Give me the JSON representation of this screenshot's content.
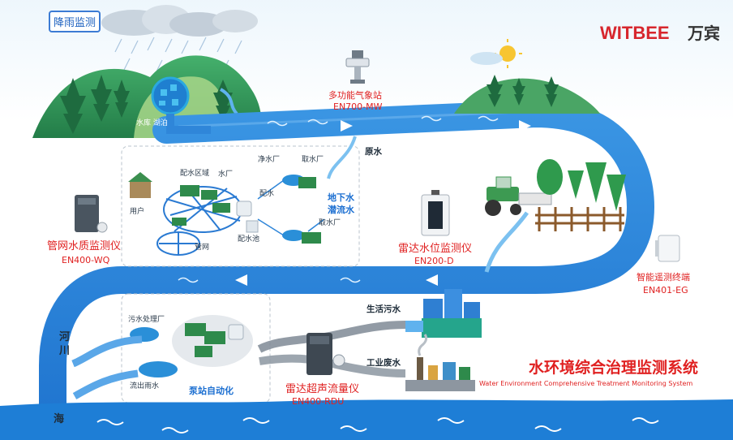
{
  "brand": {
    "name": "WITBEE",
    "cn": "万宾",
    "color": "#d7262d"
  },
  "colors": {
    "river": "#2f86d9",
    "river_light": "#6fb6ee",
    "red": "#e02121",
    "hill": "#2f9a5a",
    "sea": "#1e7ed6"
  },
  "rain_label": "降雨监测",
  "reservoir_label": "水库 湖泊",
  "weather_station": {
    "name": "多功能气象站",
    "model": "EN700-MW"
  },
  "raw_water_label": "原水",
  "supply": {
    "water_plant": "水厂",
    "distribution_area": "配水区域",
    "user": "用户",
    "pipe_network": "管网",
    "distribution_pool": "配水池",
    "distribute": "配水",
    "clean_water_plant": "净水厂",
    "intake_top": "取水厂",
    "intake_bottom": "取水厂",
    "groundwater": "地下水",
    "underflow": "潜流水"
  },
  "pipe_monitor": {
    "name": "管网水质监测仪",
    "model": "EN400-WQ"
  },
  "radar_level": {
    "name": "雷达水位监测仪",
    "model": "EN200-D"
  },
  "telemetry": {
    "name": "智能遥测终端",
    "model": "EN401-EG"
  },
  "river_label": "河川",
  "sea_label": "海",
  "domestic_sewage": "生活污水",
  "industrial_wastewater": "工业废水",
  "drainage": {
    "sewage_plant": "污水处理厂",
    "rain_outflow": "流出雨水",
    "pump_automation": "泵站自动化"
  },
  "radar_flow": {
    "name": "雷达超声流量仪",
    "model": "EN400-RDU"
  },
  "system_title": "水环境综合治理监测系统",
  "system_subtitle": "Water Environment Comprehensive Treatment Monitoring System"
}
